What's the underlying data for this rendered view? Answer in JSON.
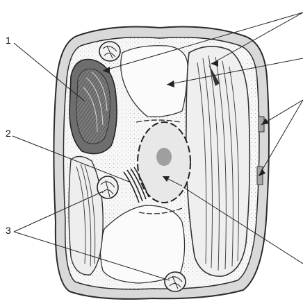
{
  "labels": {
    "label_1": "1",
    "label_2": "2",
    "label_3": "3"
  },
  "colors": {
    "background": "#ffffff",
    "ink": "#2a2a2a",
    "wall_fill": "#d8d8d8",
    "chloroplast_dark": "#6e6e6e",
    "nucleus_fill": "#e6e6e6",
    "nucleolus": "#8c8c8c"
  }
}
